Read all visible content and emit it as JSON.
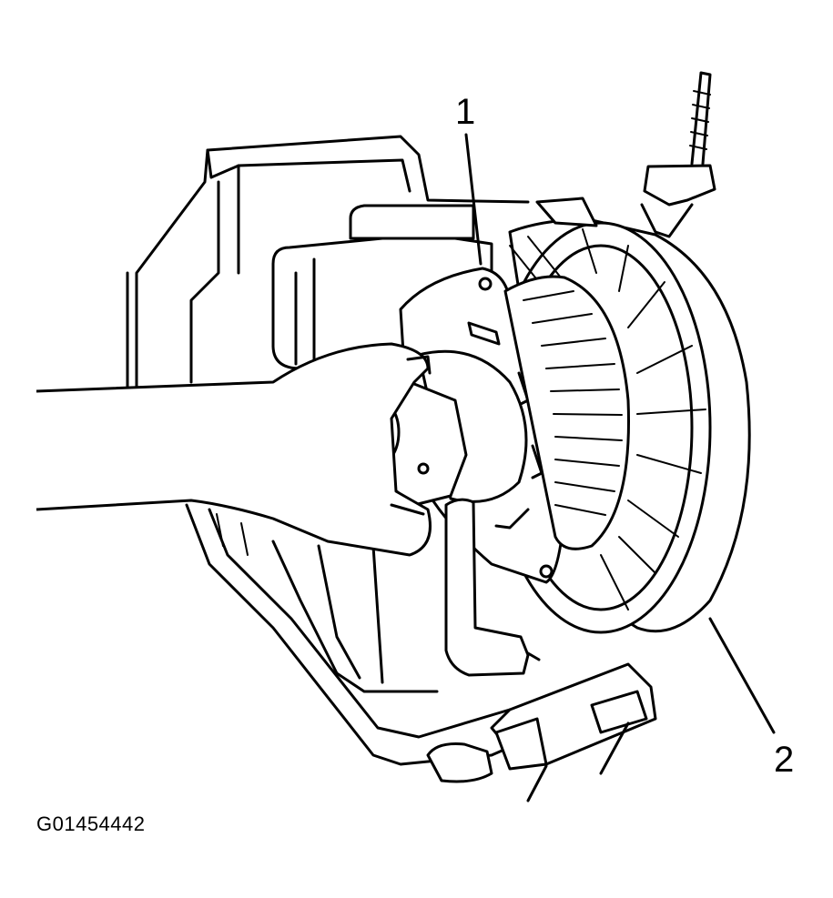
{
  "diagram": {
    "callouts": [
      {
        "number": "1"
      },
      {
        "number": "2"
      }
    ],
    "figure_id": "G01454442"
  }
}
